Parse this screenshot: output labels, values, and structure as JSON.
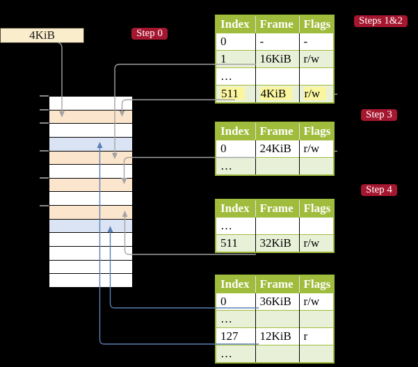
{
  "frame_size_label": "4KiB",
  "badges": {
    "step0": "Step 0",
    "steps12": "Steps 1&2",
    "step3": "Step 3",
    "step4": "Step 4"
  },
  "colors": {
    "background": "#000000",
    "frame_box_bg": "#FAEDCB",
    "badge_bg": "#A5162F",
    "table_header_green": "#A0BC3C",
    "table_row_green": "#E9F0D8",
    "memory_orange": "#FCE5CD",
    "memory_blue": "#DBE4F4",
    "highlight_yellow": "#FAF6A0",
    "arrow_gray": "#A3A3A3",
    "arrow_blue": "#5B7FB5"
  },
  "memory_column": {
    "cells": [
      "white",
      "orange",
      "white",
      "blue",
      "orange",
      "white",
      "orange",
      "white",
      "orange",
      "blue",
      "white",
      "white",
      "white",
      "white"
    ]
  },
  "tables": [
    {
      "name": "page-table-1",
      "headers": [
        "Index",
        "Frame",
        "Flags"
      ],
      "rows": [
        {
          "cells": [
            "0",
            "-",
            "-"
          ],
          "shaded": false,
          "highlighted": false
        },
        {
          "cells": [
            "1",
            "16KiB",
            "r/w"
          ],
          "shaded": true,
          "highlighted": false
        },
        {
          "cells": [
            "…",
            "",
            ""
          ],
          "shaded": false,
          "highlighted": false
        },
        {
          "cells": [
            "511",
            "4KiB",
            "r/w"
          ],
          "shaded": true,
          "highlighted": true
        }
      ]
    },
    {
      "name": "page-table-2",
      "headers": [
        "Index",
        "Frame",
        "Flags"
      ],
      "rows": [
        {
          "cells": [
            "0",
            "24KiB",
            "r/w"
          ],
          "shaded": false,
          "highlighted": false
        },
        {
          "cells": [
            "…",
            "",
            ""
          ],
          "shaded": true,
          "highlighted": false
        }
      ]
    },
    {
      "name": "page-table-3",
      "headers": [
        "Index",
        "Frame",
        "Flags"
      ],
      "rows": [
        {
          "cells": [
            "…",
            "",
            ""
          ],
          "shaded": false,
          "highlighted": false
        },
        {
          "cells": [
            "511",
            "32KiB",
            "r/w"
          ],
          "shaded": true,
          "highlighted": false
        }
      ]
    },
    {
      "name": "page-table-4",
      "headers": [
        "Index",
        "Frame",
        "Flags"
      ],
      "rows": [
        {
          "cells": [
            "0",
            "36KiB",
            "r/w"
          ],
          "shaded": false,
          "highlighted": false
        },
        {
          "cells": [
            "…",
            "",
            ""
          ],
          "shaded": true,
          "highlighted": false
        },
        {
          "cells": [
            "127",
            "12KiB",
            "r"
          ],
          "shaded": false,
          "highlighted": false
        },
        {
          "cells": [
            "…",
            "",
            ""
          ],
          "shaded": true,
          "highlighted": false
        }
      ]
    }
  ],
  "arrows": [
    {
      "id": "a",
      "from": "frame-size-label-4KiB",
      "to": "memory-frame-4KiB",
      "color": "gray"
    },
    {
      "id": "b",
      "from": "table1-row-1-frame-16KiB",
      "to": "memory-frame-16KiB",
      "color": "gray"
    },
    {
      "id": "c",
      "from": "table1-row-511-frame-4KiB",
      "to": "memory-frame-4KiB",
      "color": "gray"
    },
    {
      "id": "d",
      "from": "table2-row-0-frame-24KiB",
      "to": "memory-frame-24KiB",
      "color": "gray"
    },
    {
      "id": "e",
      "from": "table3-row-511-frame-32KiB",
      "to": "memory-frame-32KiB",
      "color": "gray"
    },
    {
      "id": "f",
      "from": "table4-row-0-frame-36KiB",
      "to": "memory-frame-36KiB",
      "color": "blue"
    },
    {
      "id": "g",
      "from": "table4-row-127-frame-12KiB",
      "to": "memory-frame-12KiB",
      "color": "blue"
    }
  ]
}
